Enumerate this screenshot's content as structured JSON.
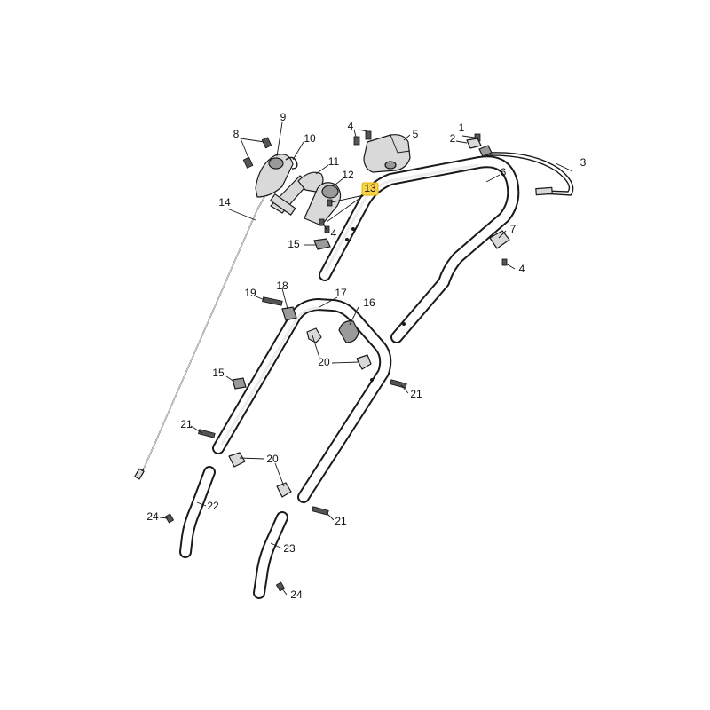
{
  "diagram": {
    "type": "exploded-parts-diagram",
    "highlighted_callout": "13",
    "highlight_color": "#f7d24a",
    "line_color": "#1a1a1a",
    "callouts": [
      {
        "id": "c1",
        "label": "1",
        "part": "screw"
      },
      {
        "id": "c2",
        "label": "2",
        "part": "cable-nut"
      },
      {
        "id": "c3",
        "label": "3",
        "part": "throttle-cable"
      },
      {
        "id": "c4a",
        "label": "4",
        "part": "screw"
      },
      {
        "id": "c4b",
        "label": "4",
        "part": "screw"
      },
      {
        "id": "c4c",
        "label": "4",
        "part": "screw"
      },
      {
        "id": "c5",
        "label": "5",
        "part": "switch-housing"
      },
      {
        "id": "c6",
        "label": "6",
        "part": "upper-handle"
      },
      {
        "id": "c7",
        "label": "7",
        "part": "cable-clip"
      },
      {
        "id": "c8",
        "label": "8",
        "part": "screw"
      },
      {
        "id": "c9",
        "label": "9",
        "part": "bolt"
      },
      {
        "id": "c10",
        "label": "10",
        "part": "spring"
      },
      {
        "id": "c11",
        "label": "11",
        "part": "brake-lever"
      },
      {
        "id": "c12",
        "label": "12",
        "part": "lever-cover"
      },
      {
        "id": "c13",
        "label": "13",
        "part": "screw"
      },
      {
        "id": "c14",
        "label": "14",
        "part": "brake-cable"
      },
      {
        "id": "c15a",
        "label": "15",
        "part": "nut"
      },
      {
        "id": "c15b",
        "label": "15",
        "part": "nut"
      },
      {
        "id": "c16",
        "label": "16",
        "part": "bracket"
      },
      {
        "id": "c17",
        "label": "17",
        "part": "lower-handle"
      },
      {
        "id": "c18",
        "label": "18",
        "part": "cable-guide"
      },
      {
        "id": "c19",
        "label": "19",
        "part": "bolt"
      },
      {
        "id": "c20a",
        "label": "20",
        "part": "wing-knob"
      },
      {
        "id": "c20b",
        "label": "20",
        "part": "wing-knob"
      },
      {
        "id": "c21a",
        "label": "21",
        "part": "bolt"
      },
      {
        "id": "c21b",
        "label": "21",
        "part": "bolt"
      },
      {
        "id": "c21c",
        "label": "21",
        "part": "bolt"
      },
      {
        "id": "c22",
        "label": "22",
        "part": "handle-leg-left"
      },
      {
        "id": "c23",
        "label": "23",
        "part": "handle-leg-right"
      },
      {
        "id": "c24a",
        "label": "24",
        "part": "screw"
      },
      {
        "id": "c24b",
        "label": "24",
        "part": "screw"
      }
    ]
  }
}
